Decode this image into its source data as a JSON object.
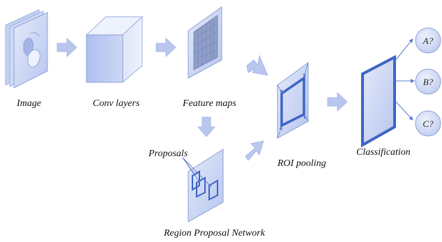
{
  "labels": {
    "image": "Image",
    "conv_layers": "Conv layers",
    "feature_maps": "Feature maps",
    "roi_pooling": "ROI pooling",
    "classification": "Classification",
    "proposals": "Proposals",
    "rpn": "Region Proposal  Network"
  },
  "classes": [
    "A?",
    "B?",
    "C?"
  ],
  "colors": {
    "panel_fill": "#c9d5f3",
    "panel_light": "#dfe6f8",
    "panel_dark": "#a9b9e8",
    "stroke": "#8d9fd6",
    "box_blue": "#3d64c6",
    "arrow_fill": "#b9c7ee"
  }
}
